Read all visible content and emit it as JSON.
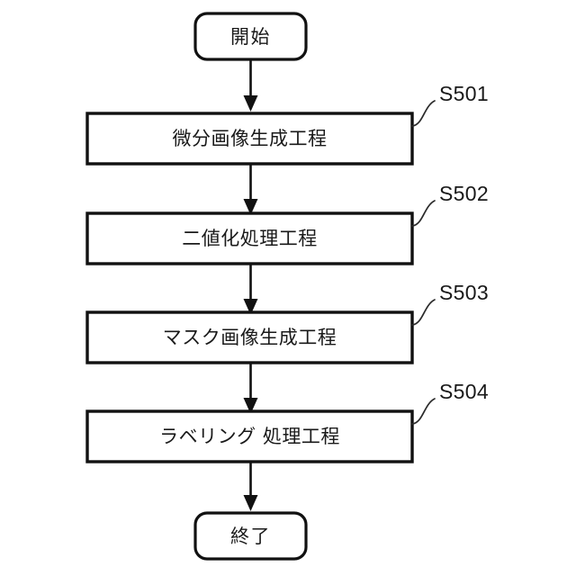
{
  "diagram": {
    "type": "flowchart",
    "orientation": "vertical",
    "background_color": "#ffffff",
    "line_color": "#111111",
    "text_color": "#1a1a1a"
  },
  "nodes": {
    "start": {
      "label": "開始",
      "shape": "rounded-rectangle"
    },
    "end": {
      "label": "終了",
      "shape": "rounded-rectangle"
    },
    "steps": [
      {
        "id": "S501",
        "label": "微分画像生成工程",
        "step_label": "S501",
        "shape": "rectangle"
      },
      {
        "id": "S502",
        "label": "二値化処理工程",
        "step_label": "S502",
        "shape": "rectangle"
      },
      {
        "id": "S503",
        "label": "マスク画像生成工程",
        "step_label": "S503",
        "shape": "rectangle"
      },
      {
        "id": "S504",
        "label": "ラベリング 処理工程",
        "step_label": "S504",
        "shape": "rectangle"
      }
    ]
  },
  "connectors": [
    {
      "from": "start",
      "to": "S501",
      "arrow": "down"
    },
    {
      "from": "S501",
      "to": "S502",
      "arrow": "down"
    },
    {
      "from": "S502",
      "to": "S503",
      "arrow": "down"
    },
    {
      "from": "S503",
      "to": "S504",
      "arrow": "down"
    },
    {
      "from": "S504",
      "to": "end",
      "arrow": "down"
    }
  ]
}
